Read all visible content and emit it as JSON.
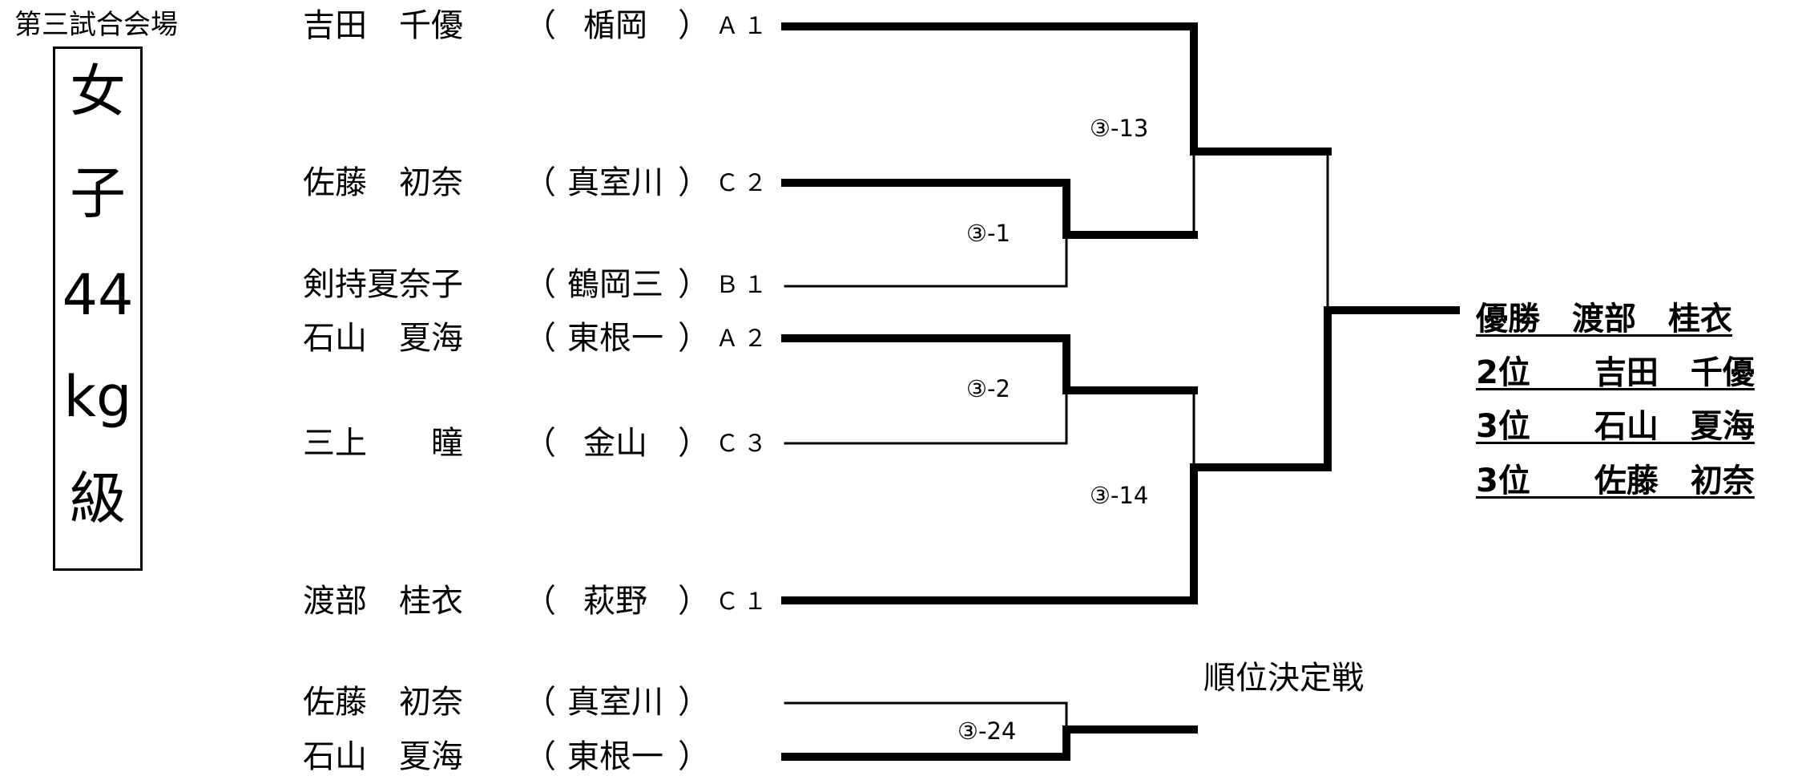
{
  "venue": "第三試合会場",
  "category": [
    "女",
    "子",
    "44",
    "kg",
    "級"
  ],
  "entries": [
    {
      "name": "吉田　千優",
      "school": "楯岡",
      "seed": "Ａ１"
    },
    {
      "name": "佐藤　初奈",
      "school": "真室川",
      "seed": "Ｃ２"
    },
    {
      "name": "剣持夏奈子",
      "school": "鶴岡三",
      "seed": "Ｂ１"
    },
    {
      "name": "石山　夏海",
      "school": "東根一",
      "seed": "Ａ２"
    },
    {
      "name": "三上　　瞳",
      "school": "金山",
      "seed": "Ｃ３"
    },
    {
      "name": "渡部　桂衣",
      "school": "萩野",
      "seed": "Ｃ１"
    }
  ],
  "matches": {
    "m13": "③-13",
    "m1": "③-1",
    "m2": "③-2",
    "m14": "③-14",
    "m24": "③-24"
  },
  "placement": {
    "title": "順位決定戦",
    "entries": [
      {
        "name": "佐藤　初奈",
        "school": "真室川"
      },
      {
        "name": "石山　夏海",
        "school": "東根一"
      }
    ]
  },
  "results": [
    "優勝　渡部　桂衣",
    "2位　　吉田　千優",
    "3位　　石山　夏海",
    "3位　　佐藤　初奈"
  ]
}
